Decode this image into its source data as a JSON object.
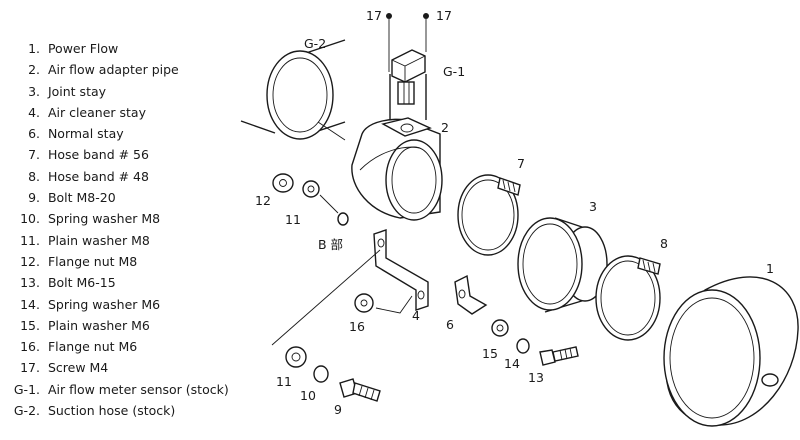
{
  "parts": [
    {
      "num": "1.",
      "label": "Power Flow"
    },
    {
      "num": "2.",
      "label": "Air flow adapter pipe"
    },
    {
      "num": "3.",
      "label": "Joint stay"
    },
    {
      "num": "4.",
      "label": "Air cleaner stay"
    },
    {
      "num": "6.",
      "label": "Normal stay"
    },
    {
      "num": "7.",
      "label": "Hose band  # 56"
    },
    {
      "num": "8.",
      "label": "Hose band  # 48"
    },
    {
      "num": "9.",
      "label": "Bolt  M8-20"
    },
    {
      "num": "10.",
      "label": "Spring washer  M8"
    },
    {
      "num": "11.",
      "label": "Plain washer  M8"
    },
    {
      "num": "12.",
      "label": "Flange nut  M8"
    },
    {
      "num": "13.",
      "label": "Bolt  M6-15"
    },
    {
      "num": "14.",
      "label": "Spring washer  M6"
    },
    {
      "num": "15.",
      "label": "Plain washer  M6"
    },
    {
      "num": "16.",
      "label": "Flange nut  M6"
    },
    {
      "num": "17.",
      "label": "Screw  M4"
    },
    {
      "num": "G-1.",
      "label": "Air flow meter sensor (stock)"
    },
    {
      "num": "G-2.",
      "label": "Suction hose (stock)"
    }
  ],
  "callouts": {
    "c17a": "17",
    "c17b": "17",
    "g1": "G-1",
    "g2": "G-2",
    "c1": "1",
    "c2": "2",
    "c3": "3",
    "c4": "4",
    "c6": "6",
    "c7": "7",
    "c8": "8",
    "c9": "9",
    "c10": "10",
    "c11a": "11",
    "c11b": "11",
    "c12": "12",
    "c13": "13",
    "c14": "14",
    "c15": "15",
    "c16": "16",
    "detail": "B 部"
  }
}
